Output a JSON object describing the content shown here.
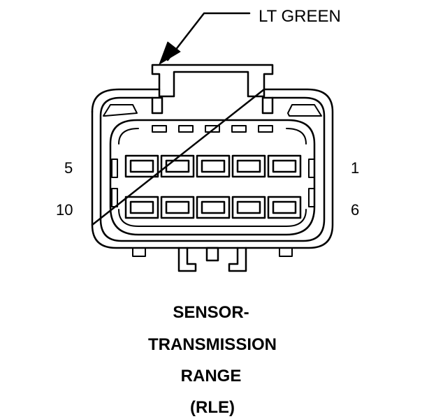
{
  "connector": {
    "wire_color_label": "LT GREEN",
    "pin_labels": {
      "top_left": "5",
      "bottom_left": "10",
      "top_right": "1",
      "bottom_right": "6"
    },
    "title_lines": [
      "SENSOR-",
      "TRANSMISSION",
      "RANGE",
      "(RLE)"
    ]
  }
}
